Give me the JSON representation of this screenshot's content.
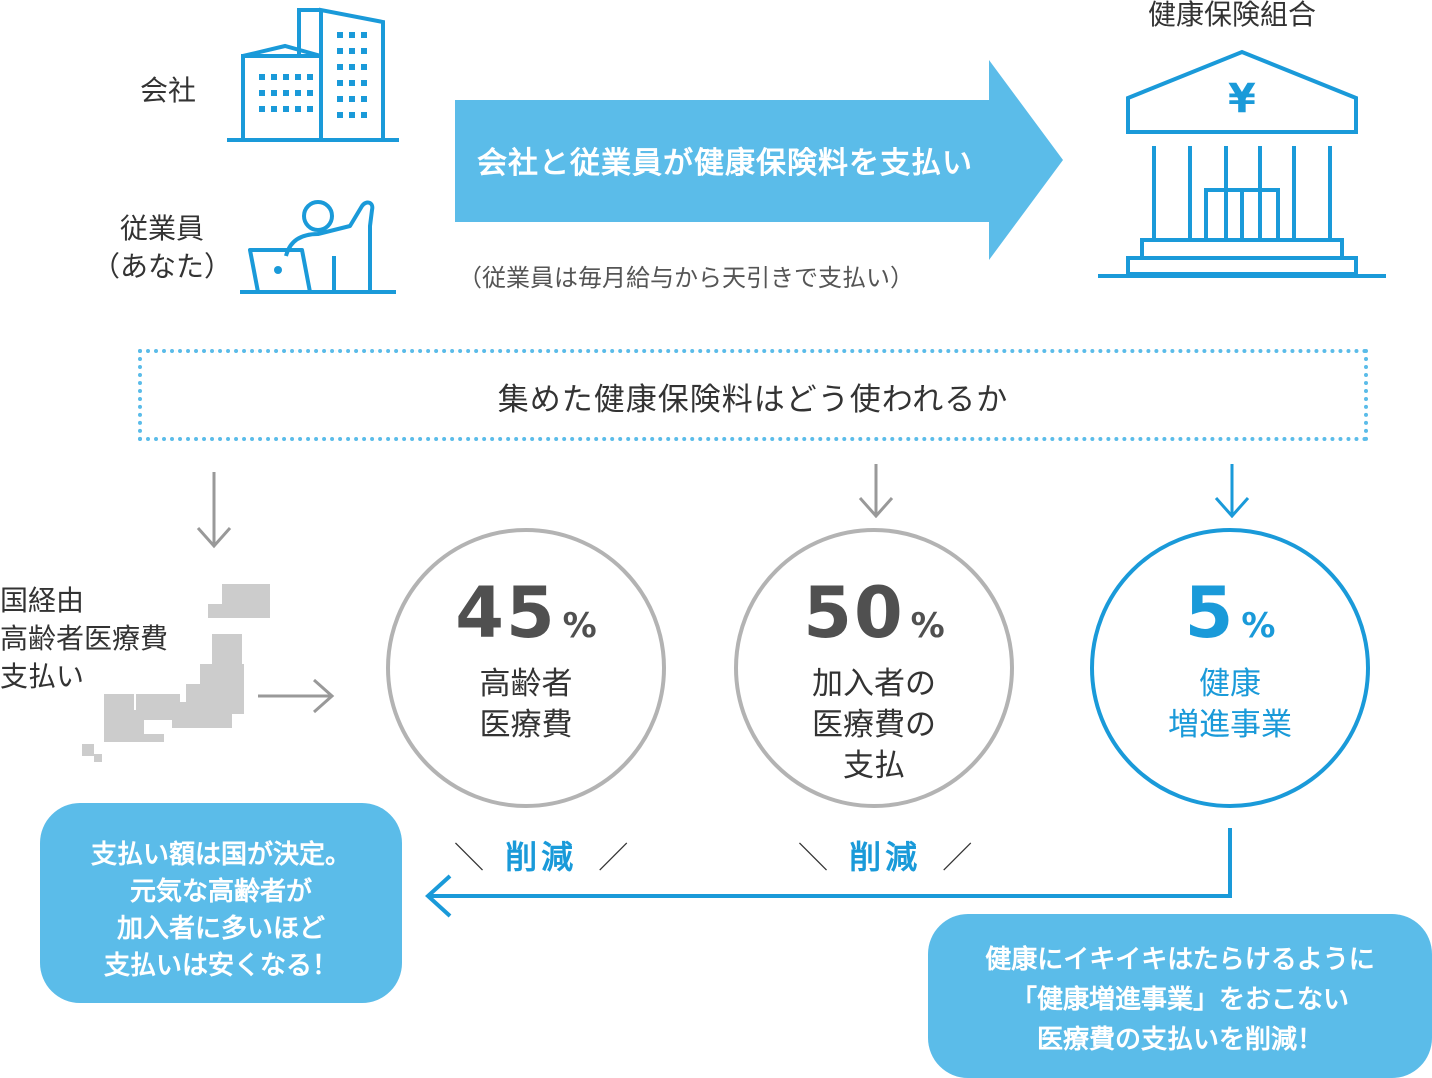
{
  "labels": {
    "company": "会社",
    "employee_line1": "従業員",
    "employee_line2": "（あなた）",
    "union": "健康保険組合"
  },
  "payment": {
    "arrow_text": "会社と従業員が健康保険料を支払い",
    "note": "（従業員は毎月給与から天引きで支払い）"
  },
  "usage_question": "集めた健康保険料はどう使われるか",
  "state_payment": {
    "line1": "国経由",
    "line2": "高齢者医療費",
    "line3": "支払い"
  },
  "segments": [
    {
      "percent": "45",
      "sign": "%",
      "name_lines": [
        "高齢者",
        "医療費"
      ]
    },
    {
      "percent": "50",
      "sign": "%",
      "name_lines": [
        "加入者の",
        "医療費の",
        "支払"
      ]
    },
    {
      "percent": "5",
      "sign": "%",
      "name_lines": [
        "健康",
        "増進事業"
      ]
    }
  ],
  "reduction": {
    "slash_left": "＼",
    "label": "削減",
    "slash_right": "／"
  },
  "bubbles": {
    "left": [
      "支払い額は国が決定。",
      "元気な高齢者が",
      "加入者に多いほど",
      "支払いは安くなる！"
    ],
    "right": [
      "健康にイキイキはたらけるように",
      "「健康増進事業」をおこない",
      "医療費の支払いを削減！"
    ]
  },
  "yen_symbol": "¥",
  "colors": {
    "accent": "#1a9ad9",
    "light_blue": "#5bbce9",
    "grey": "#b3b3b3",
    "map_grey": "#cccccc"
  }
}
